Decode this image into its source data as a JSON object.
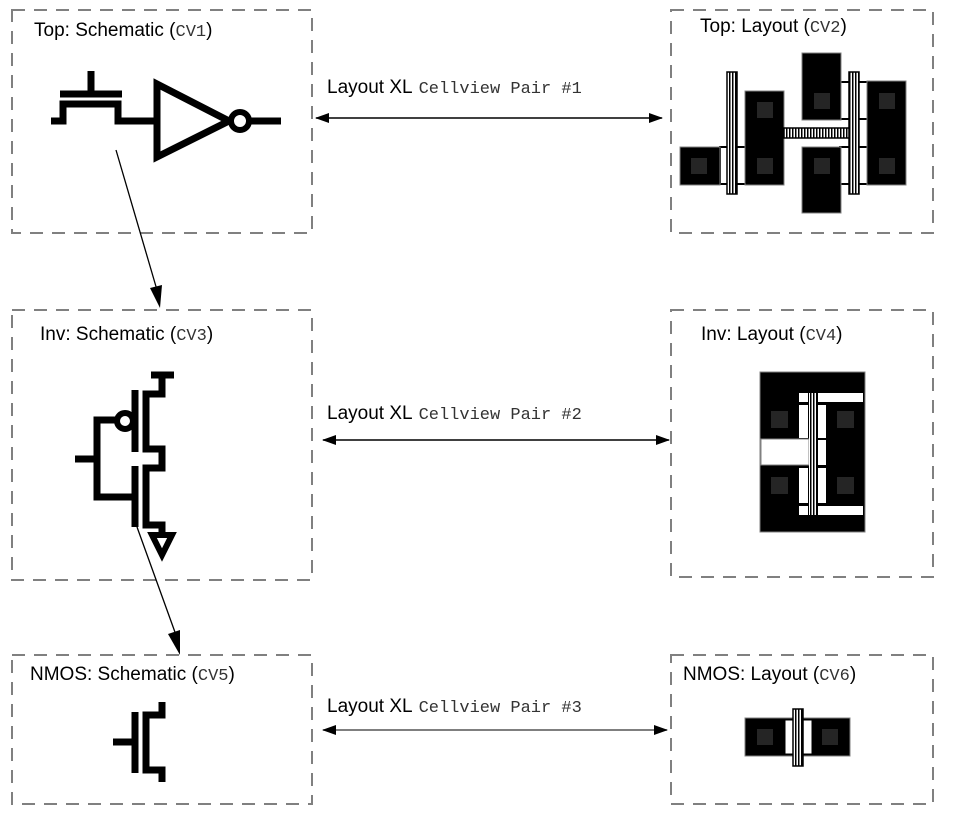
{
  "cellviews": [
    {
      "id": "cv1",
      "title": "Top: Schematic (",
      "tag": "CV1",
      "close": ")",
      "kind": "schematic",
      "cell": "Top"
    },
    {
      "id": "cv2",
      "title": "Top: Layout (",
      "tag": "CV2",
      "close": ")",
      "kind": "layout",
      "cell": "Top"
    },
    {
      "id": "cv3",
      "title": "Inv: Schematic (",
      "tag": "CV3",
      "close": ")",
      "kind": "schematic",
      "cell": "Inv"
    },
    {
      "id": "cv4",
      "title": "Inv: Layout (",
      "tag": "CV4",
      "close": ")",
      "kind": "layout",
      "cell": "Inv"
    },
    {
      "id": "cv5",
      "title": "NMOS: Schematic (",
      "tag": "CV5",
      "close": ")",
      "kind": "schematic",
      "cell": "NMOS"
    },
    {
      "id": "cv6",
      "title": "NMOS: Layout (",
      "tag": "CV6",
      "close": ")",
      "kind": "layout",
      "cell": "NMOS"
    }
  ],
  "pairs": [
    {
      "tool": "Layout XL",
      "label": "Cellview Pair #1",
      "from": "CV1",
      "to": "CV2"
    },
    {
      "tool": "Layout XL",
      "label": "Cellview Pair #2",
      "from": "CV3",
      "to": "CV4"
    },
    {
      "tool": "Layout XL",
      "label": "Cellview Pair #3",
      "from": "CV5",
      "to": "CV6"
    }
  ],
  "hierarchy_links": [
    {
      "from": "CV1",
      "to": "CV3",
      "meaning": "descend into instance"
    },
    {
      "from": "CV3",
      "to": "CV5",
      "meaning": "descend into instance"
    }
  ],
  "colors": {
    "border": "#808080",
    "ink": "#000000",
    "mono_text": "#333333",
    "contact": "#252525"
  }
}
